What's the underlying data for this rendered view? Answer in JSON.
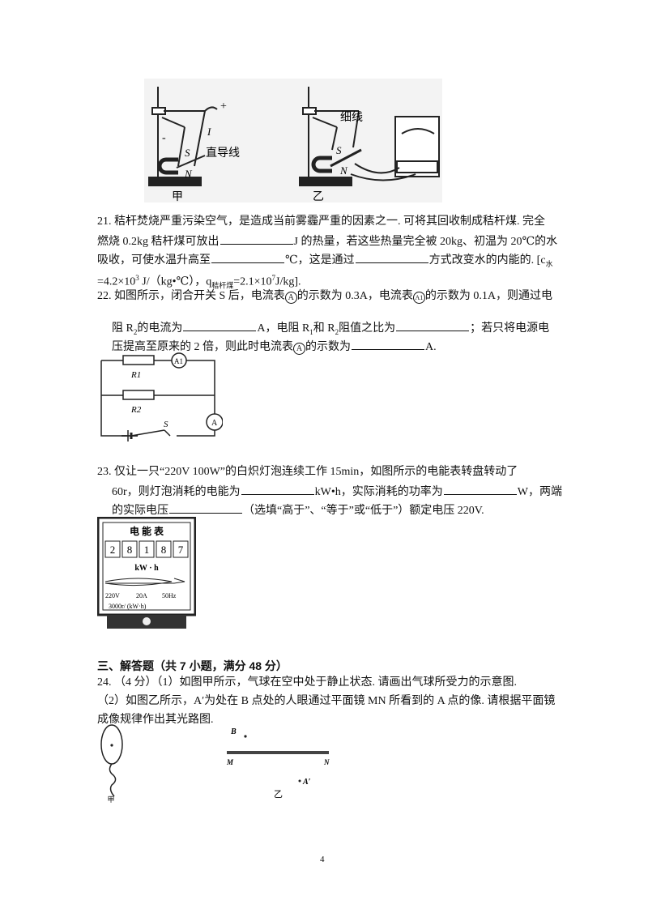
{
  "figure_top": {
    "label_jia": "甲",
    "label_yi": "乙",
    "wire_label": "直导线",
    "thread_label": "细线",
    "plus": "+",
    "minus": "-",
    "current": "I",
    "s": "S",
    "n": "N"
  },
  "q21": {
    "l1": "21. 秸杆焚烧严重污染空气，是造成当前雾霾严重的因素之一. 可将其回收制成秸杆煤. 完全",
    "l2a": "燃烧 0.2kg 秸杆煤可放出",
    "l2b": "J 的热量，若这些热量完全被 20kg、初温为 20℃的水",
    "l3a": "吸收，可使水温升高至",
    "l3b": "℃，这是通过",
    "l3c": "方式改变水的内能的. [c",
    "l3sub": "水",
    "l4a": "=4.2×10",
    "l4sup": "3",
    "l4b": " J/（kg•℃），q",
    "l4sub": "秸杆煤",
    "l4c": "=2.1×10",
    "l4sup2": "7",
    "l4d": "J/kg]."
  },
  "q22": {
    "l1a": "22. 如图所示，闭合开关 S 后，电流表",
    "l1b": "的示数为 0.3A，电流表",
    "l1c": "的示数为 0.1A，则通过电",
    "ammeter": "A",
    "ammeter1": "A1",
    "l2a": "阻 R",
    "l2b": "的电流为",
    "l2c": "A，电阻 R",
    "l2d": "和 R",
    "l2e": "阻值之比为",
    "l2f": "；若只将电源电",
    "sub1": "1",
    "sub2": "2",
    "l3a": "压提高至原来的 2 倍，则此时电流表",
    "l3b": "的示数为",
    "l3c": "A.",
    "circuit": {
      "r1": "R1",
      "r2": "R2",
      "a1": "A1",
      "a": "A",
      "s": "S"
    }
  },
  "q23": {
    "l1": "23. 仅让一只“220V  100W”的白炽灯泡连续工作 15min，如图所示的电能表转盘转动了",
    "l2a": "60r，则灯泡消耗的电能为",
    "l2b": "kW•h，实际消耗的功率为",
    "l2c": "W，两端",
    "l3a": "的实际电压",
    "l3b": "（选填“高于”、“等于”或“低于”）额定电压 220V.",
    "meter": {
      "title": "电 能 表",
      "digits": [
        "2",
        "8",
        "1",
        "8",
        "7"
      ],
      "unit": "kW · h",
      "specs": [
        "220V",
        "20A",
        "50Hz"
      ],
      "rate": "3000r/ (kW·h)"
    }
  },
  "section3": "三、解答题（共 7 小题，满分 48 分）",
  "q24": {
    "l1": "24. （4 分）（1）如图甲所示，气球在空中处于静止状态. 请画出气球所受力的示意图.",
    "l2": "（2）如图乙所示，A′为处在 B 点处的人眼通过平面镜 MN 所看到的 A 点的像. 请根据平面镜",
    "l3": "成像规律作出其光路图.",
    "fig": {
      "jia": "甲",
      "yi": "乙",
      "b": "B",
      "m": "M",
      "n": "N",
      "a": "A′"
    }
  },
  "page_number": "4"
}
